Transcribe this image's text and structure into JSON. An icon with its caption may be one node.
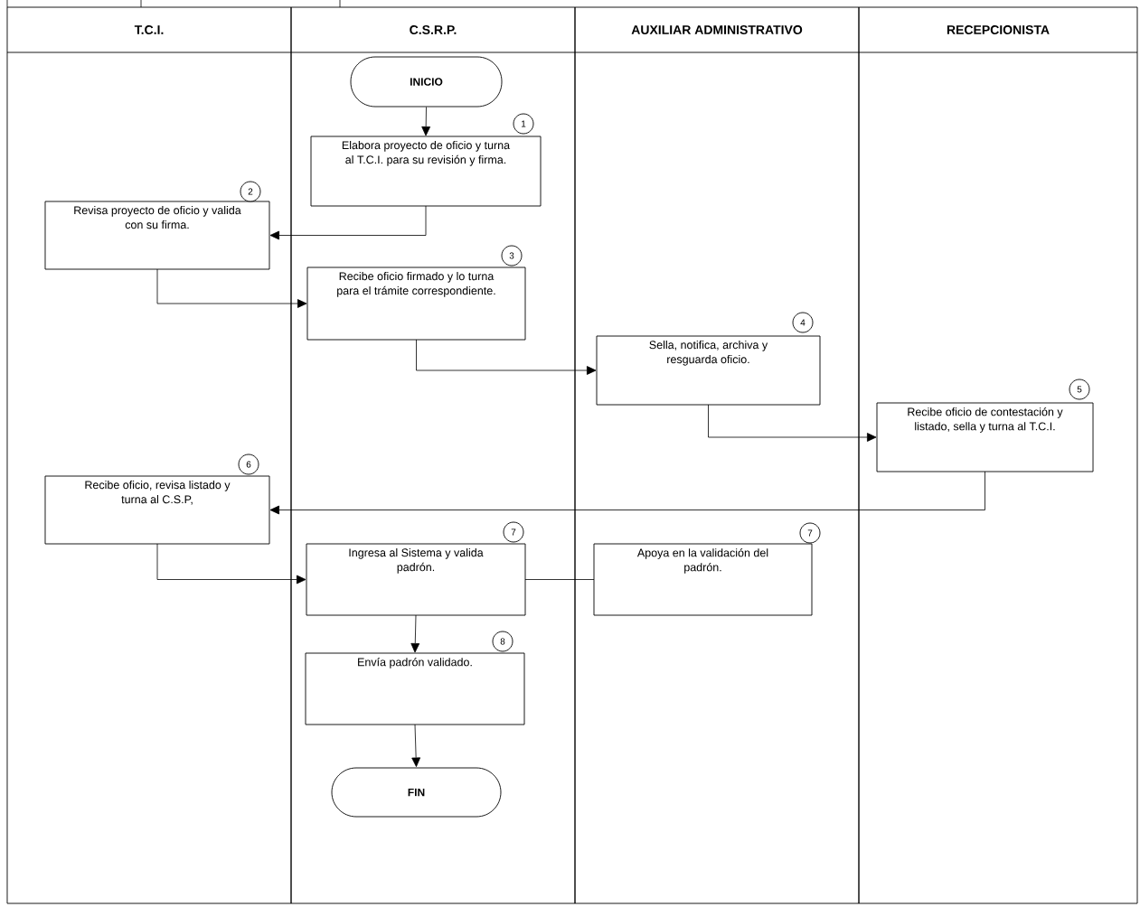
{
  "diagram": {
    "nodes": [
      {
        "text": [
          "T.C.I."
        ]
      },
      {
        "text": [
          "C.S.R.P."
        ]
      },
      {
        "text": [
          "AUXILIAR ADMINISTRATIVO"
        ]
      },
      {
        "text": [
          "RECEPCIONISTA"
        ]
      },
      {
        "text": [
          "INICIO"
        ],
        "in": 1
      },
      {
        "text": [
          "Elabora proyecto de oficio y turna al T.C.I. para su revisión y firma."
        ],
        "in": 1,
        "beside": [
          "1"
        ]
      },
      {
        "text": [
          "Revisa proyecto de oficio y valida con su firma."
        ],
        "in": 0,
        "beside": [
          "2"
        ]
      },
      {
        "text": [
          "Recibe oficio firmado y lo turna para el trámite correspondiente."
        ],
        "in": 1,
        "beside": [
          "3"
        ]
      },
      {
        "text": [
          "Sella, notifica, archiva y resguarda oficio."
        ],
        "in": 2,
        "beside": [
          "4"
        ]
      },
      {
        "text": [
          "Recibe oficio de contestación y listado, sella y turna al T.C.I."
        ],
        "in": 3,
        "beside": [
          "5"
        ]
      },
      {
        "text": [
          "Recibe oficio, revisa listado y turna al C.S.P,"
        ],
        "in": 0,
        "beside": [
          "6"
        ]
      },
      {
        "text": [
          "Ingresa al Sistema y valida padrón."
        ],
        "in": 1,
        "beside": [
          "7"
        ]
      },
      {
        "text": [
          "Apoya en la validación del padrón."
        ],
        "in": 2,
        "beside": [
          "7"
        ]
      },
      {
        "text": [
          "Envía padrón validado."
        ],
        "in": 1,
        "beside": [
          "8"
        ]
      },
      {
        "text": [
          "FIN"
        ],
        "in": 1
      }
    ],
    "edges": [
      {
        "from": 4,
        "to": 5,
        "arrow": "to"
      },
      {
        "from": 5,
        "to": 6,
        "arrow": "to"
      },
      {
        "from": 6,
        "to": 7,
        "arrow": "to"
      },
      {
        "from": 7,
        "to": 8,
        "arrow": "to"
      },
      {
        "from": 8,
        "to": 9,
        "arrow": "to"
      },
      {
        "from": 9,
        "to": 10,
        "arrow": "to"
      },
      {
        "from": 10,
        "to": 11,
        "arrow": "to"
      },
      {
        "from": 11,
        "to": 12,
        "arrow": "none"
      },
      {
        "from": 11,
        "to": 13,
        "arrow": "to"
      },
      {
        "from": 13,
        "to": 14,
        "arrow": "to"
      }
    ]
  }
}
